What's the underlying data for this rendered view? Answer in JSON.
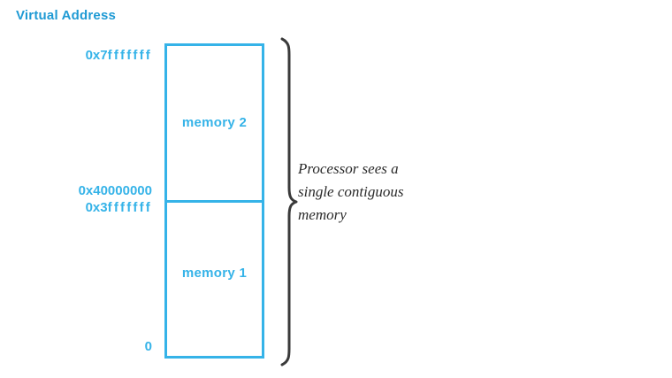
{
  "diagram": {
    "title": "Virtual Address",
    "accent_color": "#35b3e8",
    "title_color": "#1f9ad4",
    "brace_color": "#3a3a3a",
    "caption_color": "#2b2b2b",
    "background_color": "#ffffff"
  },
  "addresses": {
    "top": {
      "prefix": "0x7",
      "suffix": "fffffff"
    },
    "divider_high": {
      "prefix": "0x40000000",
      "suffix": ""
    },
    "divider_low": {
      "prefix": "0x3",
      "suffix": "fffffff"
    },
    "bottom": {
      "prefix": "0",
      "suffix": ""
    }
  },
  "regions": [
    {
      "label": "memory 2"
    },
    {
      "label": "memory 1"
    }
  ],
  "caption": {
    "line1": "Processor sees a",
    "line2": "single contiguous",
    "line3": "memory"
  }
}
